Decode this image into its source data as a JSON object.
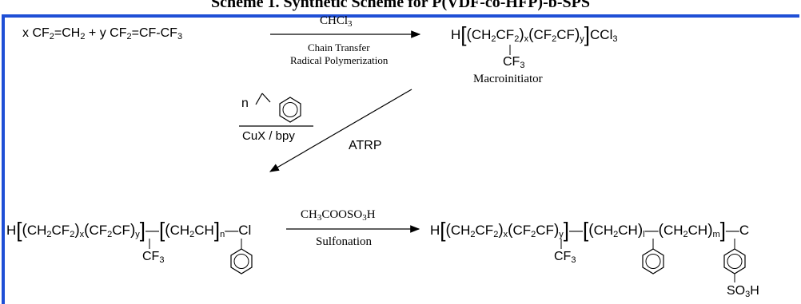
{
  "scheme": {
    "title": "Scheme 1. Synthetic Scheme for P(VDF-co-HFP)-b-SPS",
    "step1": {
      "reactants_a": "x CF",
      "reactants_b": "=CH",
      "reactants_c": " + y CF",
      "reactants_d": "=CF-CF",
      "reagent": "CHCl",
      "condition_line1": "Chain Transfer",
      "condition_line2": "Radical Polymerization",
      "product_label": "Macroinitiator"
    },
    "step2": {
      "monomer_coeff": "n",
      "catalyst": "CuX / bpy",
      "method": "ATRP"
    },
    "step3": {
      "reagent": "CH",
      "reagent_tail": "COOSO",
      "reagent_end": "H",
      "condition": "Sulfonation"
    },
    "fragments": {
      "H": "H",
      "CH2": "CH",
      "CF2": "CF",
      "CF": "CF",
      "CH": "CH",
      "CF3": "CF",
      "CCl3": "CCl",
      "Cl": "Cl",
      "C": "C",
      "SO3H": "SO",
      "SO3H_end": "H",
      "sub2": "2",
      "sub3": "3",
      "x": "x",
      "y": "y",
      "n": "n",
      "l": "l",
      "m": "m"
    }
  }
}
